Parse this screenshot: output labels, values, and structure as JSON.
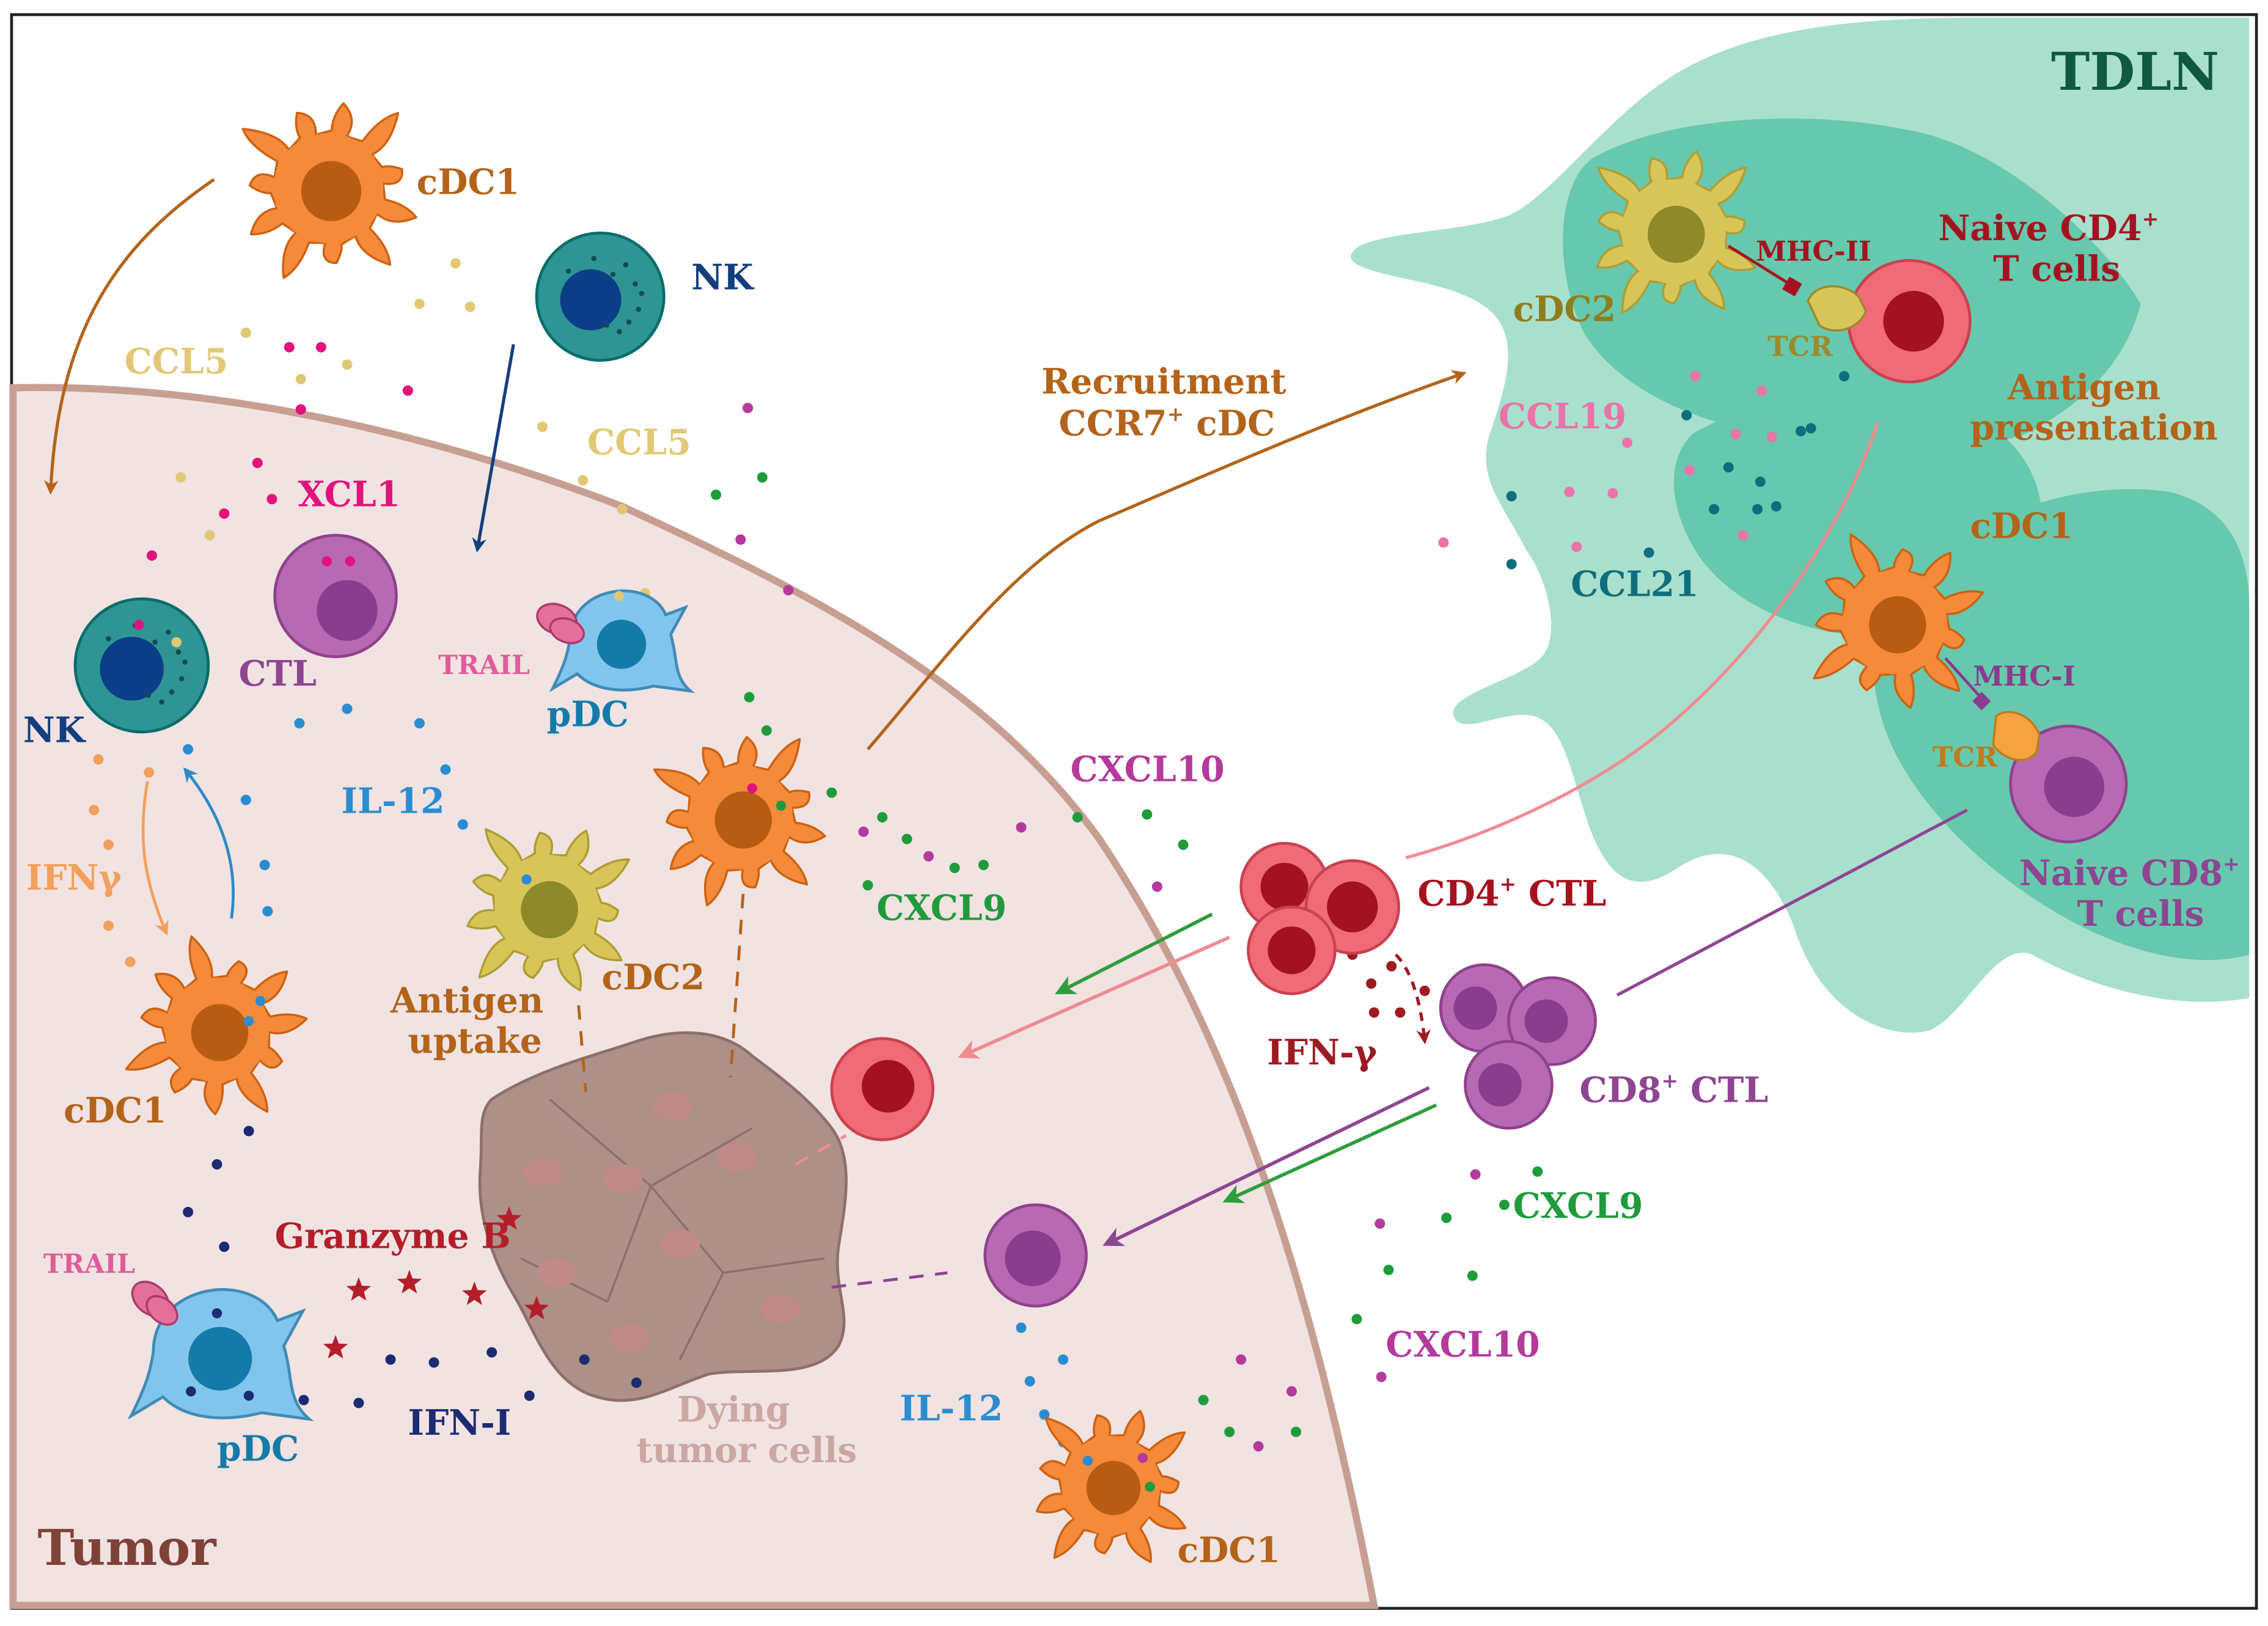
{
  "colors": {
    "tumor_bg": "#f1e3e1",
    "tumor_border": "#c79f92",
    "tdln_light": "#a8e0cd",
    "tdln_dark": "#66c8ad",
    "cdc1_body": "#f48a3a",
    "cdc1_nucleus": "#b75c12",
    "cdc2_body": "#d8c55a",
    "cdc2_nucleus": "#8e8a29",
    "nk_body": "#2f9594",
    "nk_nucleus": "#0a3e86",
    "ctl_body": "#b76ab3",
    "ctl_nucleus": "#8a3c8d",
    "cd4_body": "#f06a78",
    "cd4_nucleus": "#a5121f",
    "pdc_body": "#82c5ec",
    "pdc_nucleus": "#147ba9",
    "trail_receptor": "#e36f9a",
    "arrow_recruit": "#b3641a",
    "arrow_nk": "#143e7d",
    "arrow_cd4": "#f08b93",
    "arrow_cd8": "#8e4592",
    "arrow_green": "#2e9d3c",
    "arrow_ifng": "#f3a05c",
    "arrow_blue": "#2e8ac6",
    "ccl5_dots": "#e2c874",
    "xcl1_dots": "#e2137c",
    "il12_dots": "#2c8cd1",
    "ifni_dots": "#1d2b72",
    "cxcl9_dots": "#1f9b3c",
    "cxcl10_dots": "#b43a9c",
    "ccl19_dots": "#ea73a9",
    "ccl21_dots": "#0f6e7d",
    "ifng_dots": "#9d1a22",
    "granzyme_star": "#b41e2a"
  },
  "regions": {
    "tumor": "Tumor",
    "tdln": "TDLN"
  },
  "cells": {
    "cdc1_top": "cDC1",
    "nk_top": "NK",
    "nk_left": "NK",
    "ctl": "CTL",
    "pdc_mid": "pDC",
    "cdc2_mid": "cDC2",
    "cdc1_left": "cDC1",
    "pdc_bottom": "pDC",
    "cdc1_bottom": "cDC1",
    "cdc2_tdln": "cDC2",
    "cdc1_tdln": "cDC1",
    "naive_cd4_line1": "Naive CD4",
    "naive_cd4_sup": "+",
    "naive_cd4_line2": "T cells",
    "naive_cd8_line1": "Naive CD8",
    "naive_cd8_sup": "+",
    "naive_cd8_line2": "T cells",
    "cd4_ctl_prefix": "CD4",
    "cd4_ctl_sup": "+",
    "cd4_ctl_suffix": " CTL",
    "cd8_ctl_prefix": "CD8",
    "cd8_ctl_sup": "+",
    "cd8_ctl_suffix": " CTL",
    "dying_line1": "Dying",
    "dying_line2": "tumor cells"
  },
  "labels": {
    "ccl5_left": "CCL5",
    "ccl5_right": "CCL5",
    "xcl1": "XCL1",
    "trail_mid": "TRAIL",
    "trail_bottom": "TRAIL",
    "il12_mid": "IL-12",
    "il12_bottom": "IL-12",
    "ifngamma_left": "IFNγ",
    "antigen_uptake_1": "Antigen",
    "antigen_uptake_2": "uptake",
    "granzyme": "Granzyme B",
    "ifn_i": "IFN-I",
    "cxcl9_mid": "CXCL9",
    "cxcl10_mid": "CXCL10",
    "cxcl9_right": "CXCL9",
    "cxcl10_right": "CXCL10",
    "ifn_gamma_ctl": "IFN-γ",
    "recruit_line1": "Recruitment",
    "recruit_line2_prefix": "CCR7",
    "recruit_line2_sup": "+",
    "recruit_line2_suffix": " cDC",
    "mhc2": "MHC-II",
    "tcr_top": "TCR",
    "mhc1": "MHC-I",
    "tcr_bottom": "TCR",
    "ccl19": "CCL19",
    "ccl21": "CCL21",
    "antigen_pres_1": "Antigen",
    "antigen_pres_2": "presentation"
  }
}
